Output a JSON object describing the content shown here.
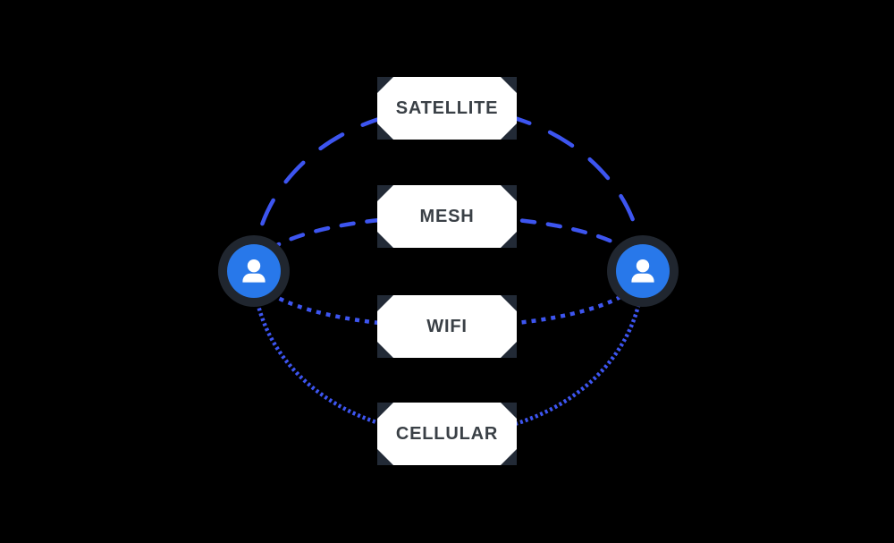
{
  "diagram": {
    "nodes": [
      {
        "id": "user-left",
        "icon": "person-icon"
      },
      {
        "id": "user-right",
        "icon": "person-icon"
      }
    ],
    "links": [
      {
        "label": "SATELLITE",
        "line_style": "long-dash"
      },
      {
        "label": "MESH",
        "line_style": "medium-dash"
      },
      {
        "label": "WIFI",
        "line_style": "short-dash"
      },
      {
        "label": "CELLULAR",
        "line_style": "dotted"
      }
    ],
    "colors": {
      "background": "#000000",
      "link_line": "#3D55F0",
      "node_fill": "#2878EA",
      "node_ring": "#20262F",
      "box_fill": "#FFFFFF",
      "box_corner": "#222A36",
      "label_text": "#3A4046"
    }
  }
}
